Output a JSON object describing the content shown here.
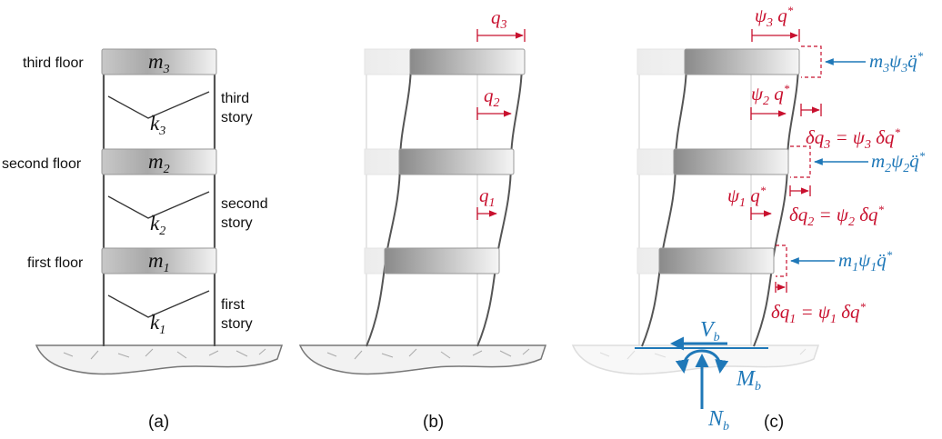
{
  "panel_a": {
    "caption": "(a)",
    "floors": {
      "third": "third floor",
      "second": "second floor",
      "first": "first floor"
    },
    "stories": {
      "third_1": "third",
      "third_2": "story",
      "second_1": "second",
      "second_2": "story",
      "first_1": "first",
      "first_2": "story"
    },
    "masses": {
      "m3": "m",
      "m3_sub": "3",
      "m2": "m",
      "m2_sub": "2",
      "m1": "m",
      "m1_sub": "1"
    },
    "springs": {
      "k3": "k",
      "k3_sub": "3",
      "k2": "k",
      "k2_sub": "2",
      "k1": "k",
      "k1_sub": "1"
    }
  },
  "panel_b": {
    "caption": "(b)",
    "q3": "q",
    "q3_sub": "3",
    "q2": "q",
    "q2_sub": "2",
    "q1": "q",
    "q1_sub": "1"
  },
  "panel_c": {
    "caption": "(c)",
    "disp3": {
      "psi": "ψ",
      "sub": "3",
      "q": " q",
      "star": "*"
    },
    "disp2": {
      "psi": "ψ",
      "sub": "2",
      "q": " q",
      "star": "*"
    },
    "disp1": {
      "psi": "ψ",
      "sub": "1",
      "q": " q",
      "star": "*"
    },
    "virt3": {
      "lhs": "δq",
      "lhs_sub": "3",
      "eq": " = ψ",
      "rhs_sub": "3",
      "rhs": " δq",
      "star": "*"
    },
    "virt2": {
      "lhs": "δq",
      "lhs_sub": "2",
      "eq": " = ψ",
      "rhs_sub": "2",
      "rhs": " δq",
      "star": "*"
    },
    "virt1": {
      "lhs": "δq",
      "lhs_sub": "1",
      "eq": " = ψ",
      "rhs_sub": "1",
      "rhs": " δq",
      "star": "*"
    },
    "inertia3": {
      "m": "m",
      "msub": "3",
      "psi": "ψ",
      "psub": "3",
      "q": "q̈",
      "star": "*"
    },
    "inertia2": {
      "m": "m",
      "msub": "2",
      "psi": "ψ",
      "psub": "2",
      "q": "q̈",
      "star": "*"
    },
    "inertia1": {
      "m": "m",
      "msub": "1",
      "psi": "ψ",
      "psub": "1",
      "q": "q̈",
      "star": "*"
    },
    "base_shear": {
      "v": "V",
      "sub": "b"
    },
    "base_moment": {
      "v": "M",
      "sub": "b"
    },
    "base_axial": {
      "v": "N",
      "sub": "b"
    }
  },
  "colors": {
    "red": "#c8102e",
    "blue": "#1f78b8",
    "column": "#555555",
    "ghost": "#dddddd"
  }
}
